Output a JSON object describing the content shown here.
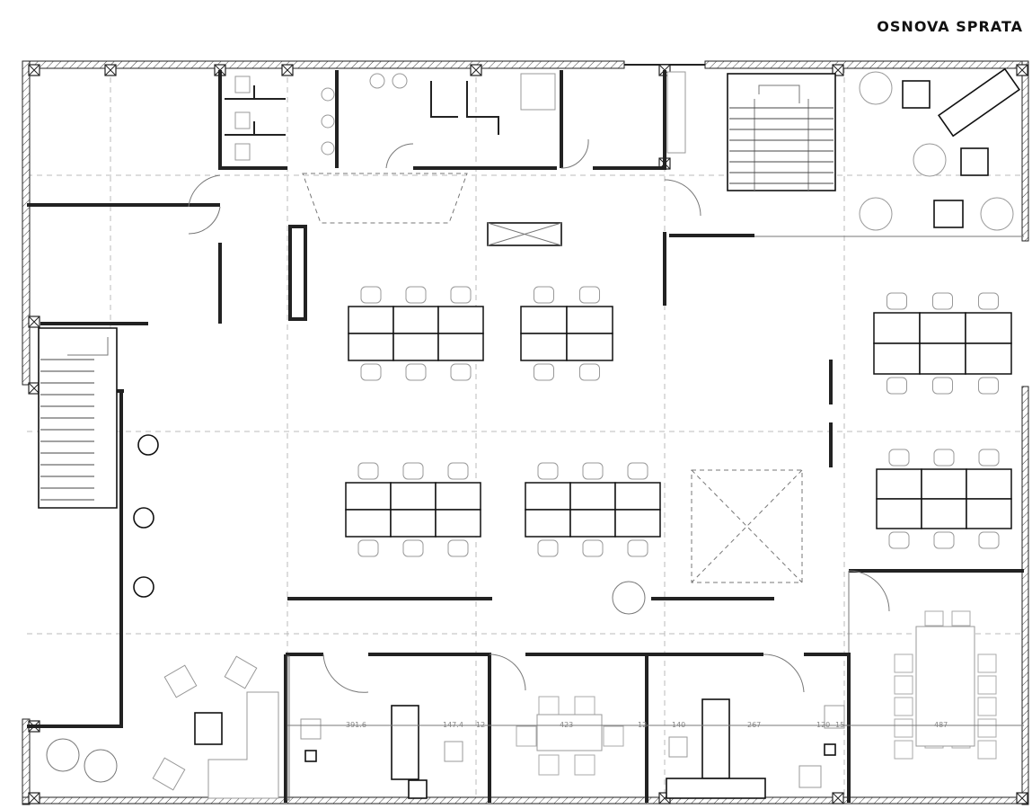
{
  "title": "OSNOVA SPRATA",
  "dimensions": [
    "391.6",
    "147.4",
    "12",
    "423",
    "12",
    "140",
    "267",
    "120",
    "15",
    "487"
  ]
}
